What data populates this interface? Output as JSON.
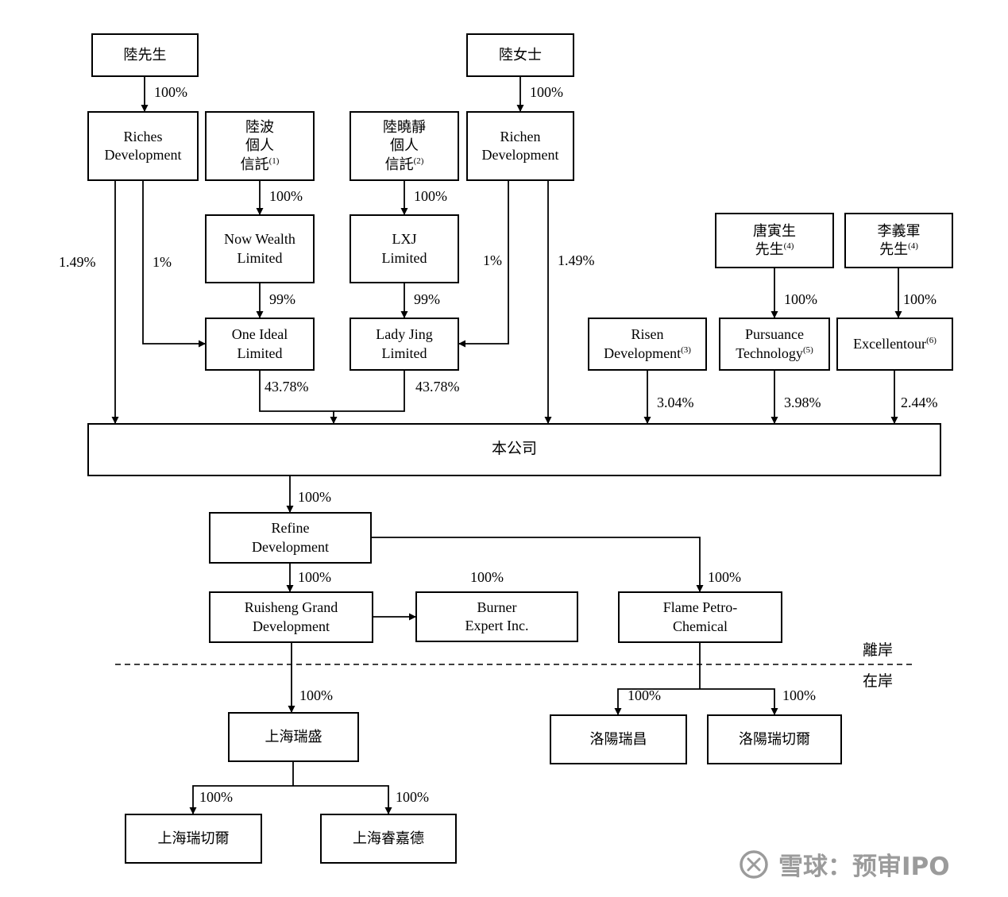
{
  "nodes": {
    "mr_lu": {
      "label": "陸先生"
    },
    "ms_lu": {
      "label": "陸女士"
    },
    "riches": {
      "label": "Riches\nDevelopment"
    },
    "lubo_trust": {
      "label": "陸波\n個人\n信託",
      "sup": "(1)"
    },
    "luxiaojing_trust": {
      "label": "陸曉靜\n個人\n信託",
      "sup": "(2)"
    },
    "richen": {
      "label": "Richen\nDevelopment"
    },
    "now_wealth": {
      "label": "Now Wealth\nLimited"
    },
    "lxj": {
      "label": "LXJ\nLimited"
    },
    "mr_tang": {
      "label": "唐寅生\n先生",
      "sup": "(4)"
    },
    "mr_li": {
      "label": "李義軍\n先生",
      "sup": "(4)"
    },
    "one_ideal": {
      "label": "One Ideal\nLimited"
    },
    "lady_jing": {
      "label": "Lady Jing\nLimited"
    },
    "risen": {
      "label": "Risen Development",
      "sup": "(3)"
    },
    "pursuance": {
      "label": "Pursuance\nTechnology",
      "sup": "(5)"
    },
    "excellentour": {
      "label": "Excellentour",
      "sup": "(6)"
    },
    "company": {
      "label": "本公司"
    },
    "refine": {
      "label": "Refine\nDevelopment"
    },
    "ruisheng_grand": {
      "label": "Ruisheng Grand\nDevelopment"
    },
    "burner": {
      "label": "Burner\nExpert Inc."
    },
    "flame": {
      "label": "Flame Petro-\nChemical"
    },
    "shanghai_ruisheng": {
      "label": "上海瑞盛"
    },
    "luoyang_ruichang": {
      "label": "洛陽瑞昌"
    },
    "luoyang_ruiqieer": {
      "label": "洛陽瑞切爾"
    },
    "shanghai_ruiqieer": {
      "label": "上海瑞切爾"
    },
    "shanghai_ruijiade": {
      "label": "上海睿嘉德"
    }
  },
  "edge_labels": {
    "mr_lu_riches": "100%",
    "ms_lu_richen": "100%",
    "lubo_now_wealth": "100%",
    "luxiaojing_lxj": "100%",
    "now_wealth_one_ideal": "99%",
    "lxj_lady_jing": "99%",
    "tang_pursuance": "100%",
    "li_excellentour": "100%",
    "riches_company": "1.49%",
    "riches_one_ideal": "1%",
    "richen_lady_jing": "1%",
    "richen_company": "1.49%",
    "one_ideal_company": "43.78%",
    "lady_jing_company": "43.78%",
    "risen_company": "3.04%",
    "pursuance_company": "3.98%",
    "excellentour_company": "2.44%",
    "company_refine": "100%",
    "refine_ruisheng": "100%",
    "ruisheng_burner": "100%",
    "refine_flame": "100%",
    "ruisheng_shanghai_ruisheng": "100%",
    "flame_luoyang_ruichang": "100%",
    "flame_luoyang_ruiqieer": "100%",
    "shanghai_ruisheng_ruiqieer": "100%",
    "shanghai_ruisheng_ruijiade": "100%"
  },
  "boundary": {
    "offshore": "離岸",
    "onshore": "在岸"
  },
  "watermark": {
    "text": "雪球：预审IPO",
    "icon": "xueqiu-logo"
  },
  "colors": {
    "line": "#000000",
    "watermark": "#9b9b9b"
  }
}
